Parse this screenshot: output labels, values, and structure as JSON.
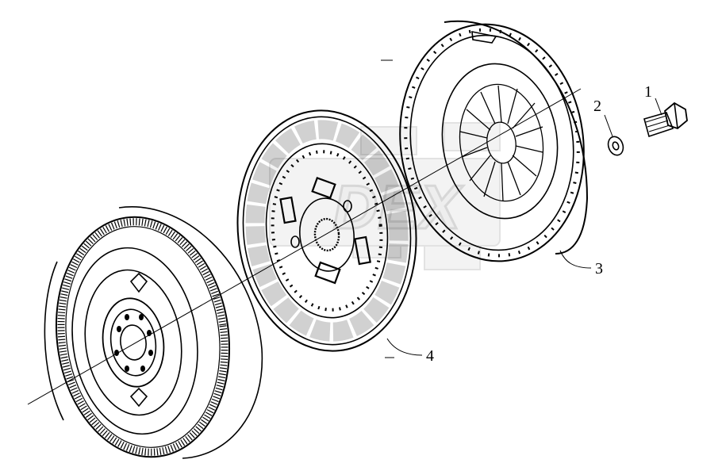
{
  "diagram": {
    "parts": [
      {
        "id": "bolt",
        "callout": "1"
      },
      {
        "id": "washer",
        "callout": "2"
      },
      {
        "id": "pressure-plate",
        "callout": "3"
      },
      {
        "id": "clutch-disc",
        "callout": "4"
      }
    ],
    "watermark": {
      "text": "DEX"
    },
    "colors": {
      "line": "#000000",
      "background": "#ffffff",
      "watermark": "#d6d6d6"
    }
  }
}
